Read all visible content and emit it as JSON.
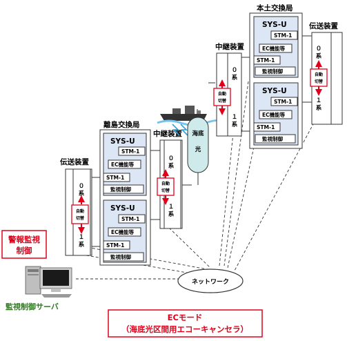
{
  "labels": {
    "left_transmission": "伝送装置",
    "remote_exchange": "離島交換局",
    "relay_left": "中継装置",
    "relay_right": "中継装置",
    "mainland_exchange": "本土交換局",
    "right_transmission": "伝送装置",
    "submarine_fiber_line1": "海底",
    "submarine_fiber_line2": "光",
    "network": "ネットワーク",
    "alarm_line1": "警報監視",
    "alarm_line2": "制御",
    "server": "監視制御サーバ",
    "ec_mode_line1": "ECモード",
    "ec_mode_line2": "（海底光区間用エコーキャンセラ）"
  },
  "sys_unit": {
    "title": "SYS-U",
    "stm1": "STM-1",
    "ec": "EC機能等",
    "monitor": "監視制御"
  },
  "switch": {
    "line1": "自動",
    "line2": "切替"
  },
  "systems": {
    "sys0_a": "０",
    "sys0_b": "系",
    "sys1_a": "１",
    "sys1_b": "系"
  },
  "colors": {
    "unit_fill": "#dce6f4",
    "fiber_fill": "#cfeaea",
    "switch_border": "#e0001a",
    "arrow": "#e0001a",
    "alarm_text": "#e0001a",
    "server_text": "#2f7a1f"
  }
}
